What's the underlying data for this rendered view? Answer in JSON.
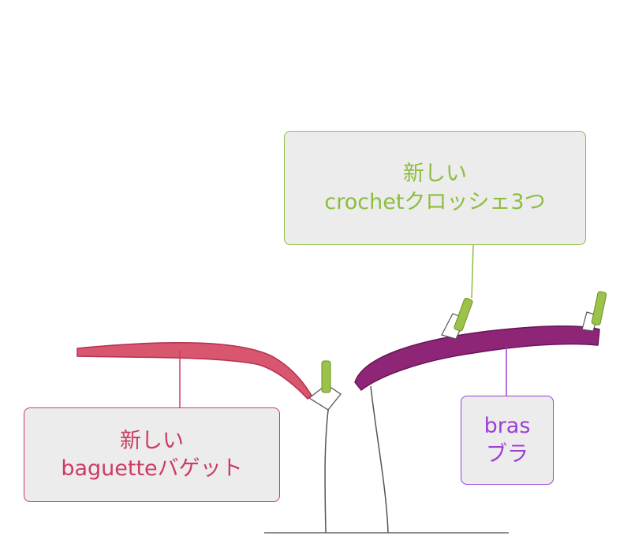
{
  "colors": {
    "baguette": "#cc3b62",
    "crochet": "#8cbd3f",
    "bras": "#9b3fd6",
    "branch_fill": "#8e2576",
    "branch_baguette_fill": "#d9566f",
    "trunk_stroke": "#555555",
    "callout_bg": "#ececec"
  },
  "labels": {
    "crochet": {
      "line1": "新しい",
      "line2": "crochetクロッシェ3つ"
    },
    "baguette": {
      "line1": "新しい",
      "line2": "baguetteバゲット"
    },
    "bras": {
      "line1": "bras",
      "line2": "ブラ"
    }
  }
}
